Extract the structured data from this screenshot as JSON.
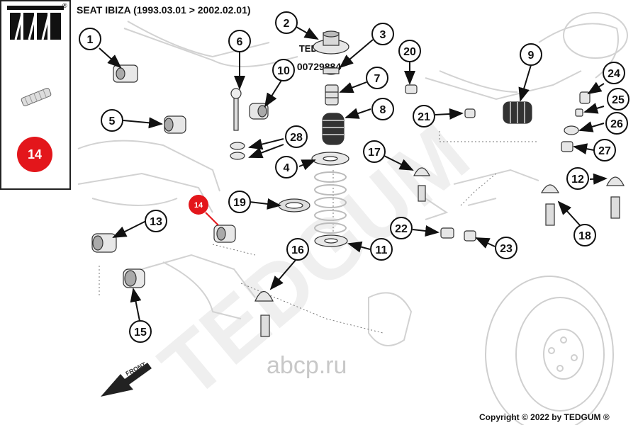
{
  "brand": {
    "name": "TEDGUM",
    "part_number": "00729884",
    "registered": "®"
  },
  "title": "SEAT IBIZA (1993.03.01 > 2002.02.01)",
  "selected_part": "14",
  "copyright": "Copyright © 2022 by TEDGUM ®",
  "watermark": {
    "text": "TEDGUM",
    "site": "abcp.ru"
  },
  "front_label": "FRONT",
  "callouts": [
    {
      "id": "1"
    },
    {
      "id": "2"
    },
    {
      "id": "3"
    },
    {
      "id": "4"
    },
    {
      "id": "5"
    },
    {
      "id": "6"
    },
    {
      "id": "7"
    },
    {
      "id": "8"
    },
    {
      "id": "9"
    },
    {
      "id": "10"
    },
    {
      "id": "11"
    },
    {
      "id": "12"
    },
    {
      "id": "13"
    },
    {
      "id": "15"
    },
    {
      "id": "16"
    },
    {
      "id": "17"
    },
    {
      "id": "18"
    },
    {
      "id": "19"
    },
    {
      "id": "20"
    },
    {
      "id": "21"
    },
    {
      "id": "22"
    },
    {
      "id": "23"
    },
    {
      "id": "24"
    },
    {
      "id": "25"
    },
    {
      "id": "26"
    },
    {
      "id": "27"
    },
    {
      "id": "28"
    }
  ],
  "colors": {
    "highlight": "#e3161b",
    "line": "#111111",
    "ghost": "#d4d4d4",
    "watermark": "#eeeeee"
  }
}
